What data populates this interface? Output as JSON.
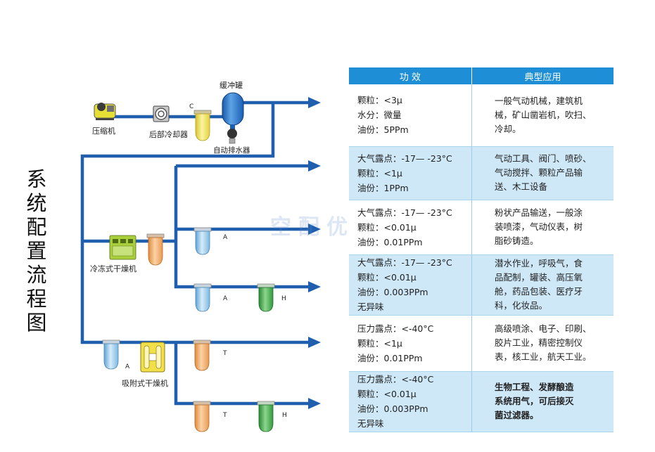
{
  "side_title": "系统配置流程图",
  "watermark": "空配优",
  "equipment": {
    "compressor": "压缩机",
    "aftercooler": "后部冷却器",
    "buffer_tank": "缓冲罐",
    "auto_drain": "自动排水器",
    "refrigerated_dryer": "冷冻式干燥机",
    "adsorption_dryer": "吸附式干燥机"
  },
  "filter_letters": {
    "c": "C",
    "a1": "A",
    "a2": "A",
    "h1": "H",
    "a3": "A",
    "t1": "T",
    "t2": "T",
    "h2": "H"
  },
  "colors": {
    "pipe": "#1f5fae",
    "header": "#1e8fd6",
    "row_shade": "#cfe8f7",
    "filter_yellow": "#f2e04a",
    "filter_orange": "#f0a458",
    "filter_blue": "#8ec8ea",
    "filter_green": "#3eaa4a",
    "dryer_green": "#a9cf3a",
    "compressor_yellow": "#e5de35"
  },
  "table": {
    "headers": [
      "功  效",
      "典型应用"
    ],
    "rows": [
      {
        "effect": [
          "颗粒：<3μ",
          "水分：微量",
          "油份：5PPm"
        ],
        "application": [
          "一般气动机械，建筑机",
          "械，矿山凿岩机，吹扫、",
          "冷却。"
        ],
        "shaded": false,
        "bold": false
      },
      {
        "effect": [
          "大气露点：-17— -23°C",
          "颗粒：<1μ",
          "油份：1PPm"
        ],
        "application": [
          "气动工具、阀门、喷砂、",
          "气动搅拌、颗粒产品输",
          "送、木工设备"
        ],
        "shaded": true,
        "bold": false
      },
      {
        "effect": [
          "大气露点：-17— -23°C",
          "颗粒：<0.01μ",
          "油份：0.01PPm"
        ],
        "application": [
          "粉状产品输送，一般涂",
          "装喷漆，气动仪表，树",
          "脂砂铸造。"
        ],
        "shaded": false,
        "bold": false
      },
      {
        "effect": [
          "大气露点：-17— -23°C",
          "颗粒：<0.01μ",
          "油份：0.003PPm",
          "无异味"
        ],
        "application": [
          "潜水作业，呼吸气，食",
          "品配制，罐装、高压氧",
          "舱，药品包装、医疗牙",
          "科，化妆品。"
        ],
        "shaded": true,
        "bold": false
      },
      {
        "effect": [
          "压力露点：<-40°C",
          "颗粒：<1μ",
          "油份：0.01PPm"
        ],
        "application": [
          "高级喷涂、电子、印刷、",
          "胶片工业，精密控制仪",
          "表，核工业，航天工业。"
        ],
        "shaded": false,
        "bold": false
      },
      {
        "effect": [
          "压力露点：<-40°C",
          "颗粒：<0.01μ",
          "油份：0.003PPm",
          "无异味"
        ],
        "application": [
          "生物工程、发酵酿造",
          "系统用气，可后接灭",
          "菌过滤器。"
        ],
        "shaded": true,
        "bold": true
      }
    ]
  }
}
